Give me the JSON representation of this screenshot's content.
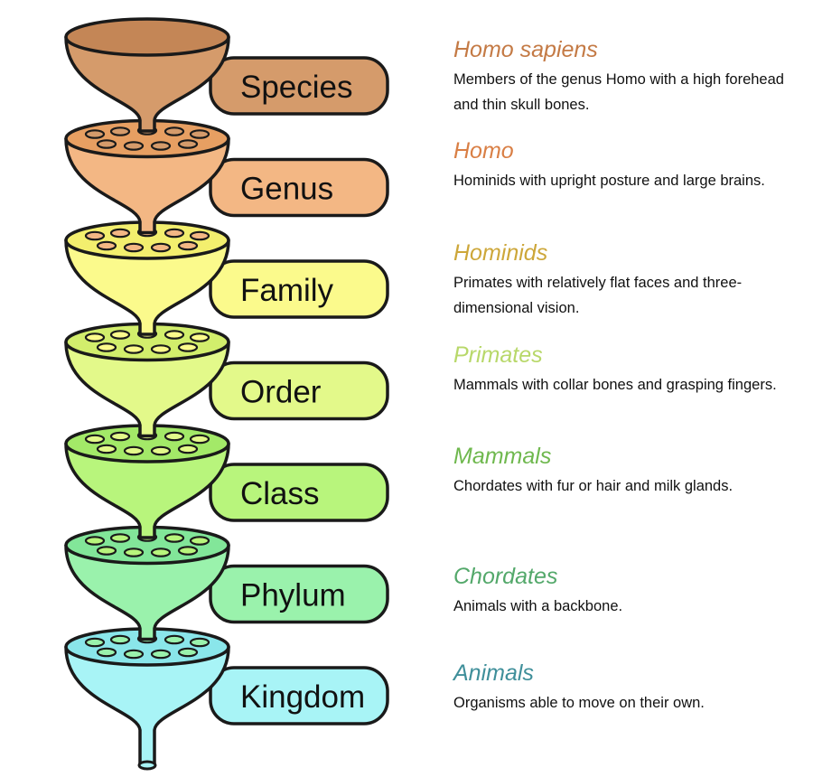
{
  "levels": [
    {
      "rank": "Species",
      "taxon": "Homo sapiens",
      "description": "Members of the genus Homo with a high forehead and thin skull bones.",
      "fill": "#d59b6b",
      "rim": "#c48656",
      "title_color": "#c47a45"
    },
    {
      "rank": "Genus",
      "taxon": "Homo",
      "description": "Hominids with upright posture and large brains.",
      "fill": "#f3b784",
      "rim": "#e79f62",
      "title_color": "#d97f45"
    },
    {
      "rank": "Family",
      "taxon": "Hominids",
      "description": "Primates with relatively flat faces and three-dimensional vision.",
      "fill": "#fbfa8c",
      "rim": "#f3ef6e",
      "title_color": "#cda73a"
    },
    {
      "rank": "Order",
      "taxon": "Primates",
      "description": "Mammals with collar bones and grasping fingers.",
      "fill": "#e3f98a",
      "rim": "#d2ee6c",
      "title_color": "#b8d86a"
    },
    {
      "rank": "Class",
      "taxon": "Mammals",
      "description": "Chordates with fur or hair and milk glands.",
      "fill": "#b8f57c",
      "rim": "#a3e968",
      "title_color": "#6fb84e"
    },
    {
      "rank": "Phylum",
      "taxon": "Chordates",
      "description": "Animals with a backbone.",
      "fill": "#9af2ac",
      "rim": "#82e699",
      "title_color": "#53a86a"
    },
    {
      "rank": "Kingdom",
      "taxon": "Animals",
      "description": "Organisms able to move on their own.",
      "fill": "#a8f4f6",
      "rim": "#8ae6ea",
      "title_color": "#3f8f9a"
    }
  ]
}
